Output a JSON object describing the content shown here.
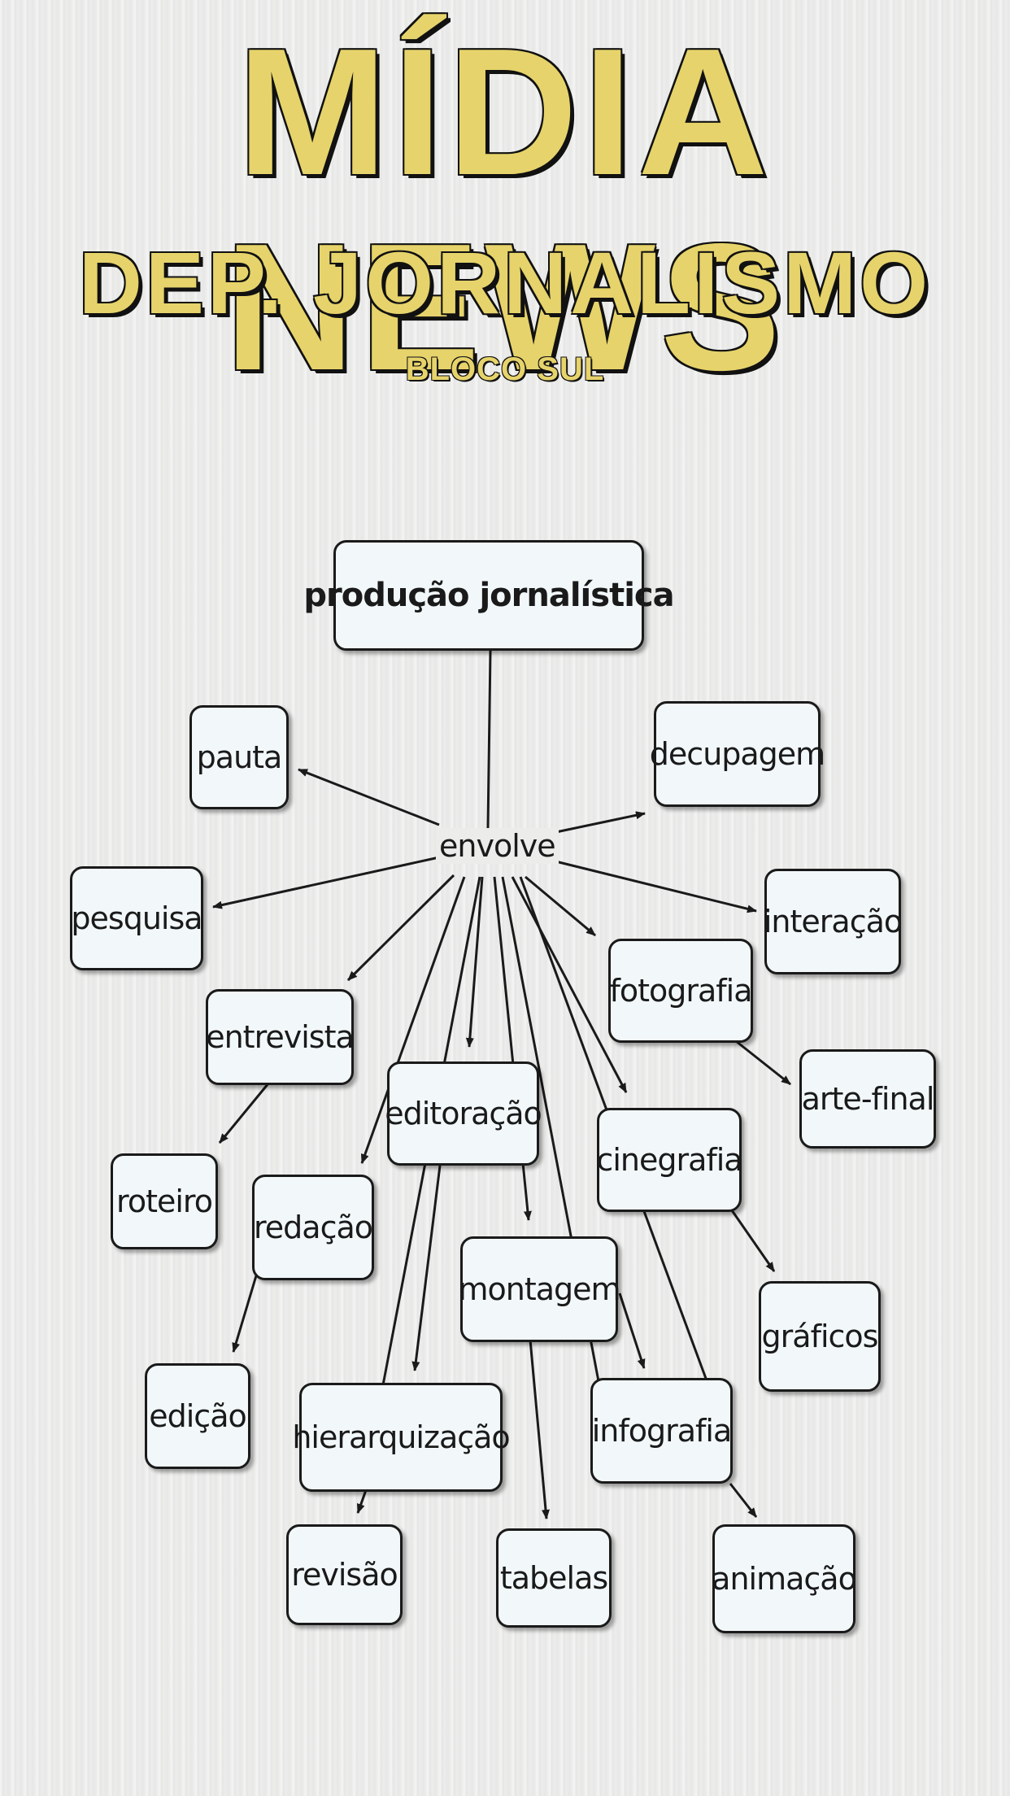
{
  "header": {
    "title": "MÍDIA NEWS",
    "subtitle": "DEP. JORNALISMO",
    "tagline": "BLOCO SUL"
  },
  "diagram": {
    "root": "produção jornalística",
    "linker": "envolve",
    "concepts": {
      "pauta": "pauta",
      "decupagem": "decupagem",
      "pesquisa": "pesquisa",
      "interacao": "interação",
      "fotografia": "fotografia",
      "entrevista": "entrevista",
      "arte_final": "arte-final",
      "editoracao": "editoração",
      "cinegrafia": "cinegrafia",
      "roteiro": "roteiro",
      "redacao": "redação",
      "montagem": "montagem",
      "graficos": "gráficos",
      "edicao": "edição",
      "hierarquizacao": "hierarquização",
      "infografia": "infografia",
      "revisao": "revisão",
      "tabelas": "tabelas",
      "animacao": "animação"
    }
  },
  "colors": {
    "title_fill": "#e6d36b",
    "node_fill": "#f2f8fa",
    "stroke": "#1a1a1a"
  }
}
